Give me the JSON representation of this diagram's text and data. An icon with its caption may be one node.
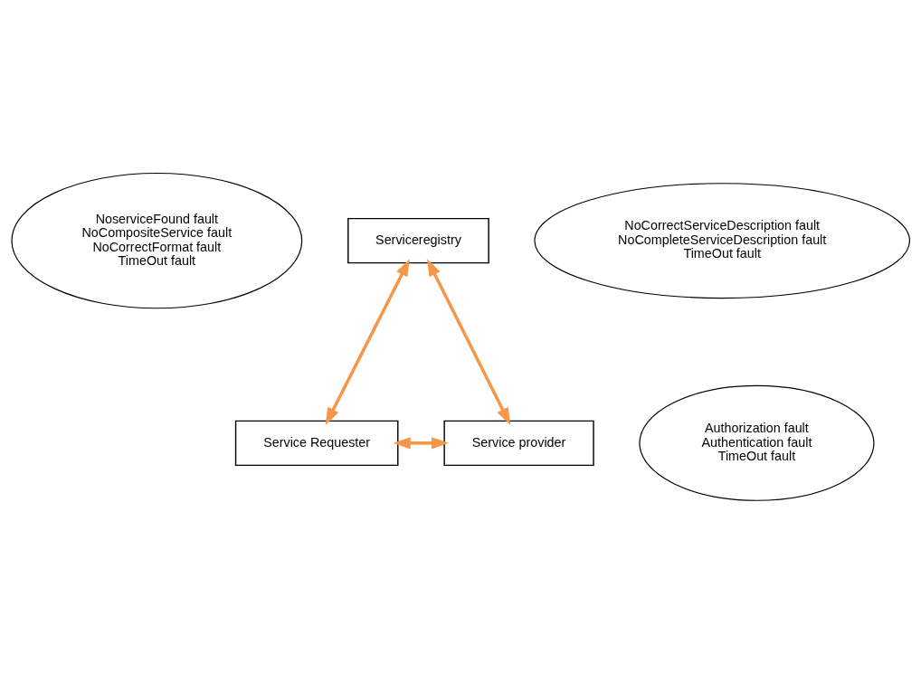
{
  "diagram": {
    "nodes": [
      {
        "text": [
          "NoserviceFound fault",
          "NoCompositeService fault",
          "NoCorrectFormat fault",
          "TimeOut fault"
        ]
      },
      {
        "text": [
          "Serviceregistry"
        ]
      },
      {
        "text": [
          "NoCorrectServiceDescription fault",
          "NoCompleteServiceDescription fault",
          "TimeOut fault"
        ]
      },
      {
        "text": [
          "Service Requester"
        ]
      },
      {
        "text": [
          "Service provider"
        ]
      },
      {
        "text": [
          "Authorization fault",
          "Authentication fault",
          "TimeOut fault"
        ]
      }
    ],
    "edges": [
      {
        "from": 1,
        "to": 3,
        "arrow": "both"
      },
      {
        "from": 1,
        "to": 4,
        "arrow": "both"
      },
      {
        "from": 3,
        "to": 4,
        "arrow": "both"
      }
    ]
  }
}
